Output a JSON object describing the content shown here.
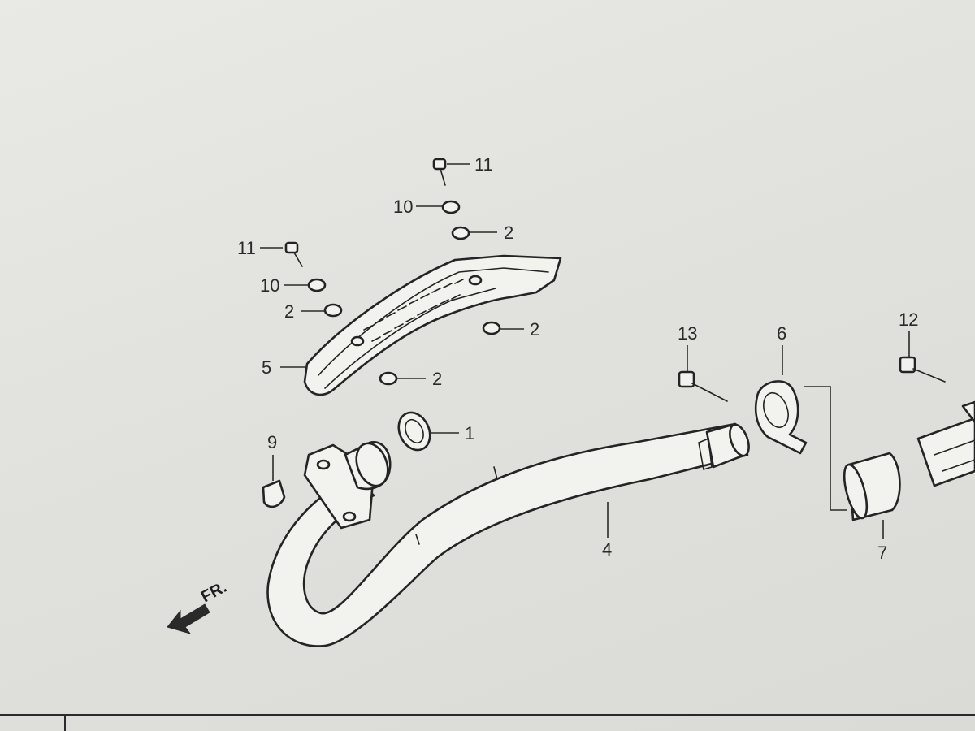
{
  "diagram": {
    "direction_label": "FR.",
    "callouts": {
      "c11_top": "11",
      "c10_top": "10",
      "c2_top": "2",
      "c11_left": "11",
      "c10_left": "10",
      "c2_left": "2",
      "c2_right": "2",
      "c2_bottom": "2",
      "c5": "5",
      "c1": "1",
      "c9": "9",
      "c4": "4",
      "c13": "13",
      "c6": "6",
      "c12": "12",
      "c7": "7"
    }
  },
  "colors": {
    "paper": "#e4e4e0",
    "ink": "#2a2a2a"
  }
}
